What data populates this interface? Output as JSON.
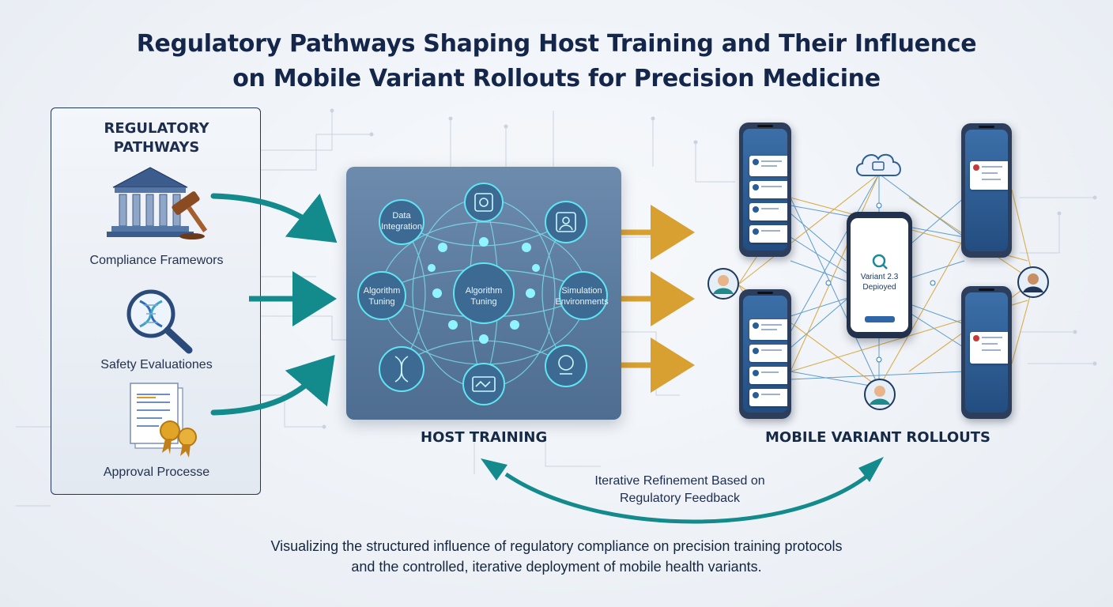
{
  "title": {
    "line1": "Regulatory Pathways Shaping Host Training and Their Influence",
    "line2": "on Mobile Variant Rollouts for Precision Medicine"
  },
  "regulatory_panel": {
    "heading_line1": "REGULATORY",
    "heading_line2": "PATHWAYS",
    "items": [
      {
        "label": "Compliance Framewors",
        "icon": "courthouse-gavel-icon"
      },
      {
        "label": "Safety Evaluationes",
        "icon": "dna-magnifier-icon"
      },
      {
        "label": "Approval Processe",
        "icon": "certificate-document-icon"
      }
    ]
  },
  "host_training": {
    "label": "HOST TRAINING",
    "nodes": [
      {
        "line1": "Data",
        "line2": "Integration"
      },
      {
        "line1": "Algorithm",
        "line2": "Tuning"
      },
      {
        "line1": "Algorithm",
        "line2": "Tuning"
      },
      {
        "line1": "Simulation",
        "line2": "Environments"
      }
    ]
  },
  "mobile_rollouts": {
    "label": "MOBILE VARIANT ROLLOUTS",
    "center_phone": {
      "line1": "Variant 2.3",
      "line2": "Depioyed"
    }
  },
  "feedback": {
    "line1": "Iterative Refinement Based on",
    "line2": "Regulatory Feedback"
  },
  "caption": {
    "line1": "Visualizing the structured influence of regulatory compliance on precision training protocols",
    "line2": "and the controlled, iterative deployment of mobile health variants."
  },
  "colors": {
    "teal": "#138a8c",
    "gold": "#d8a030",
    "navy": "#172a45",
    "panel_border": "#223658",
    "host_box": "#5b7b9e",
    "glow": "#5fe6f2"
  }
}
